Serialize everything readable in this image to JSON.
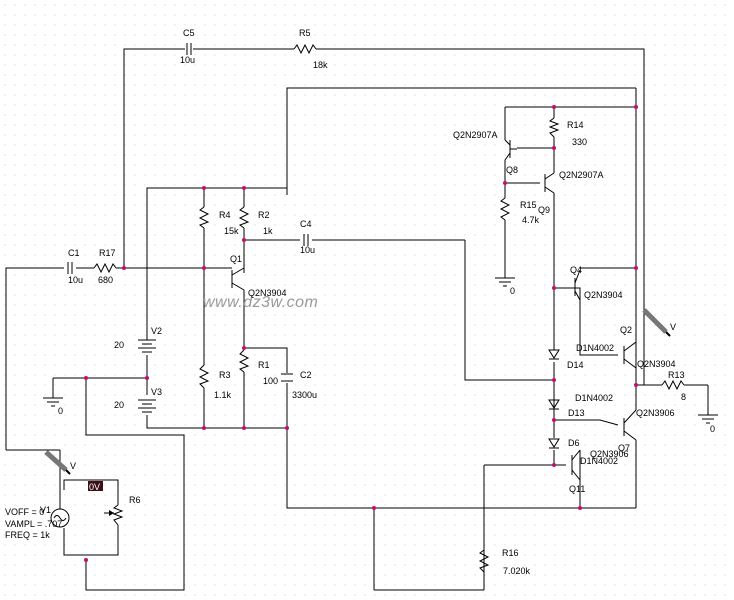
{
  "watermark": "www.dz3w.com",
  "labels": {
    "c5": "C5",
    "c5v": "10u",
    "r5": "R5",
    "r5v": "18k",
    "r14": "R14",
    "r14v": "330",
    "q8m": "Q2N2907A",
    "q8": "Q8",
    "q9m": "Q2N2907A",
    "q9": "Q9",
    "r15": "R15",
    "r15v": "4.7k",
    "r4": "R4",
    "r4v": "15k",
    "r2": "R2",
    "r2v": "1k",
    "c4": "C4",
    "c4v": "10u",
    "c1": "C1",
    "c1v": "10u",
    "r17": "R17",
    "r17v": "680",
    "q1": "Q1",
    "q1m": "Q2N3904",
    "q4": "Q4",
    "q4m": "Q2N3904",
    "q2": "Q2",
    "q2m": "Q2N3904",
    "v2": "V2",
    "v2v": "20",
    "v3": "V3",
    "v3v": "20",
    "r1": "R1",
    "r1v": "100",
    "c2": "C2",
    "c2v": "3300u",
    "r3": "R3",
    "r3v": "1.1k",
    "d14m": "D1N4002",
    "d14": "D14",
    "d13m": "D1N4002",
    "d13": "D13",
    "d6": "D6",
    "d6m": "D1N4002",
    "r13": "R13",
    "r13v": "8",
    "q7m": "Q2N3906",
    "q7": "Q7",
    "q11m": "Q2N3906",
    "q11": "Q11",
    "r6": "R6",
    "v1": "V1",
    "voff": "VOFF = 0",
    "vampl": "VAMPL = .707",
    "freq": "FREQ = 1k",
    "r16": "R16",
    "r16v": "7.020k",
    "gnd1": "0",
    "gnd2": "0",
    "gnd3": "0",
    "probe1": "V",
    "probe2": "V",
    "zerov": "0V"
  }
}
